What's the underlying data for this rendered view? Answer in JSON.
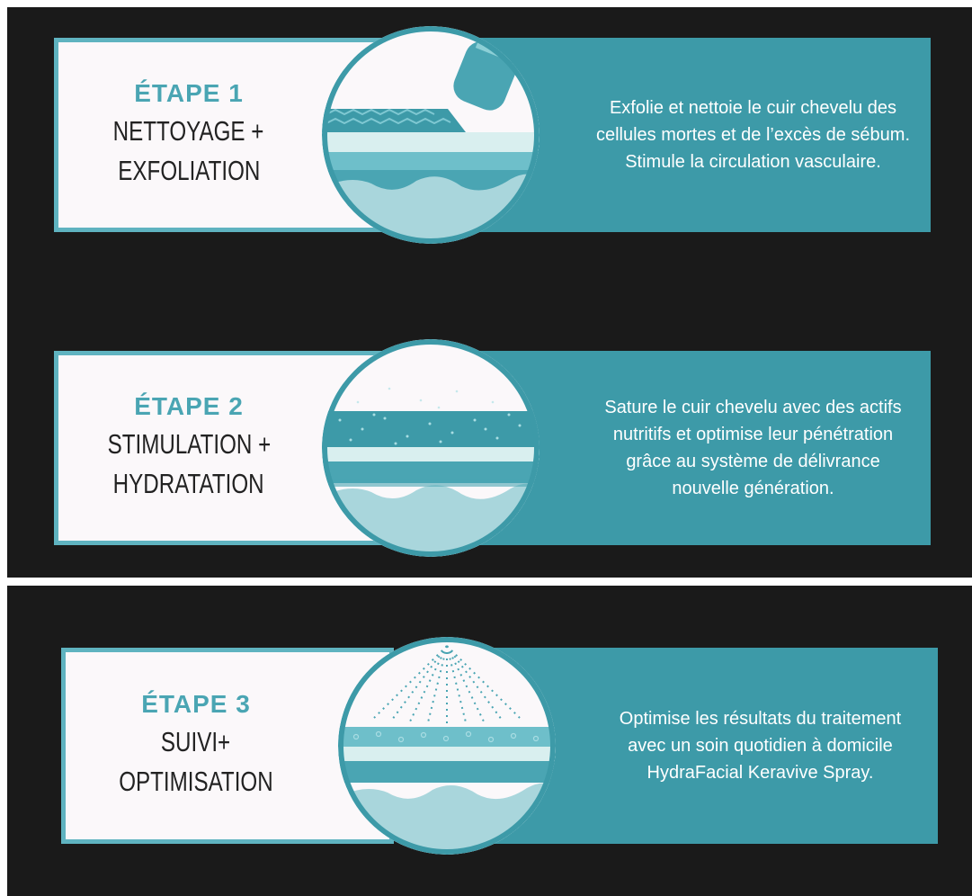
{
  "steps": [
    {
      "title": "ÉTAPE 1",
      "name_line1": "NETTOYAGE +",
      "name_line2": "EXFOLIATION",
      "description": "Exfolie et nettoie le cuir chevelu des cellules mortes et de l’excès de sébum. Stimule la circulation vasculaire.",
      "illustration": "exfoliation-tip-icon"
    },
    {
      "title": "ÉTAPE 2",
      "name_line1": "STIMULATION +",
      "name_line2": "HYDRATATION",
      "description": "Sature le cuir chevelu avec des actifs nutritifs et optimise leur pénétration grâce au système de délivrance nouvelle génération.",
      "illustration": "serum-particles-icon"
    },
    {
      "title": "ÉTAPE 3",
      "name_line1": "SUIVI+",
      "name_line2": "OPTIMISATION",
      "description": "Optimise les résultats du traitement avec un soin quotidien à domicile HydraFacial Keravive Spray.",
      "illustration": "spray-mist-icon"
    }
  ],
  "colors": {
    "background": "#1a1a1a",
    "teal": "#3d9aa8",
    "accent": "#4aa5b3",
    "card": "#fbf8fa"
  }
}
